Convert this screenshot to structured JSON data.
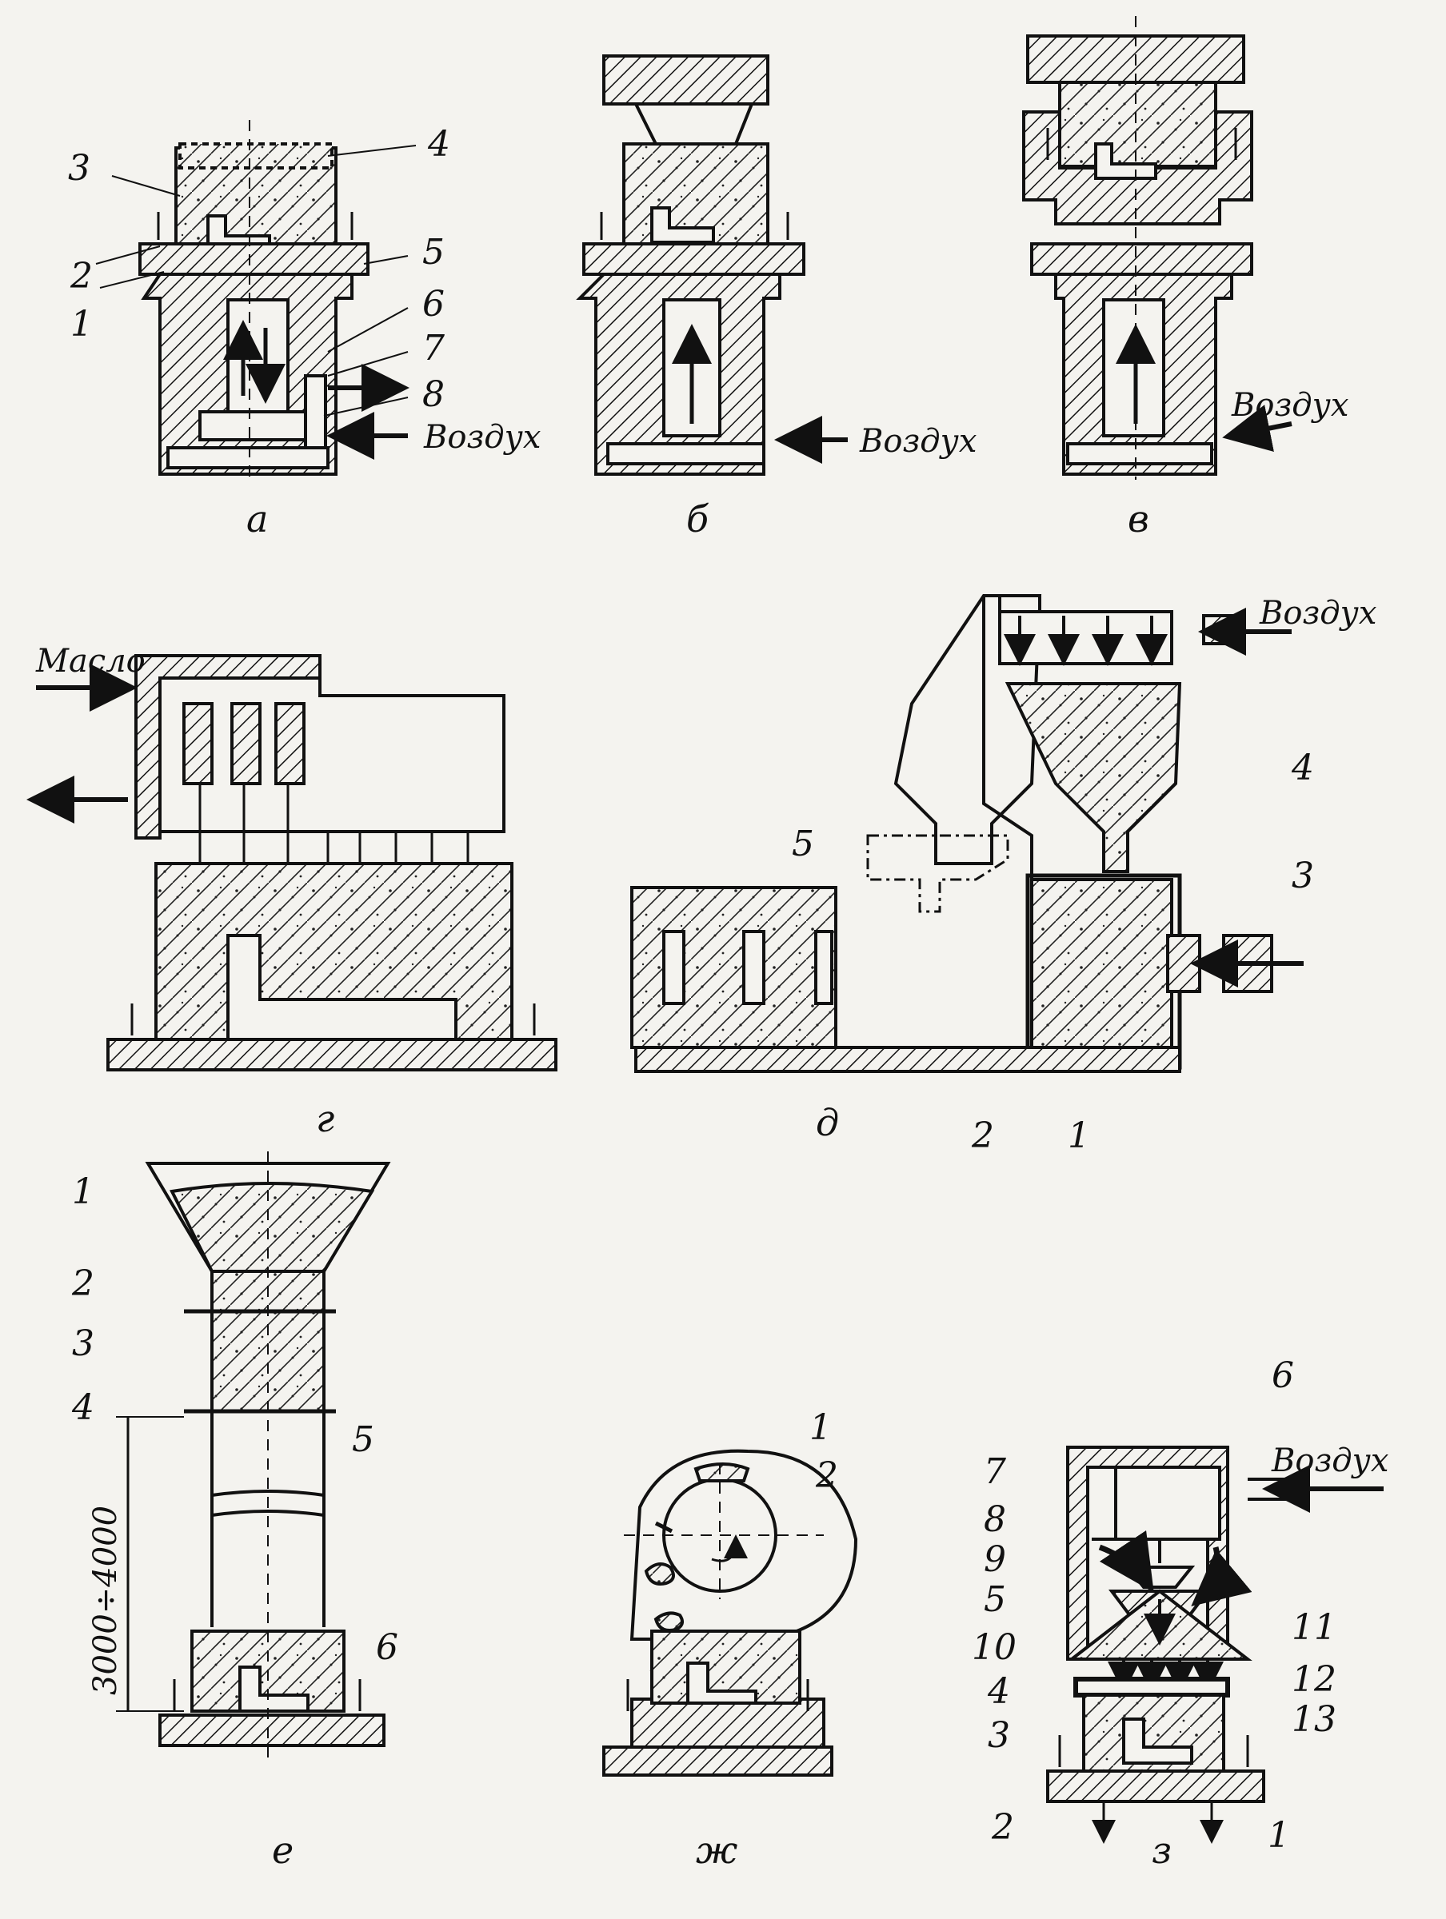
{
  "figure": {
    "words": {
      "air": "Воздух",
      "oil": "Масло"
    },
    "captions": {
      "a": "а",
      "b": "б",
      "v": "в",
      "g": "г",
      "d": "д",
      "e": "е",
      "zh": "ж",
      "z": "з"
    },
    "dimension": "3000÷4000",
    "panel_a": {
      "labels": [
        "1",
        "2",
        "3",
        "4",
        "5",
        "6",
        "7",
        "8"
      ]
    },
    "panel_d": {
      "labels": [
        "1",
        "2",
        "3",
        "4",
        "5"
      ]
    },
    "panel_e": {
      "labels": [
        "1",
        "2",
        "3",
        "4",
        "5",
        "6"
      ]
    },
    "panel_zh": {
      "labels": [
        "1",
        "2"
      ]
    },
    "panel_z": {
      "labels": [
        "1",
        "2",
        "3",
        "4",
        "5",
        "6",
        "7",
        "8",
        "9",
        "10",
        "11",
        "12",
        "13"
      ]
    }
  }
}
